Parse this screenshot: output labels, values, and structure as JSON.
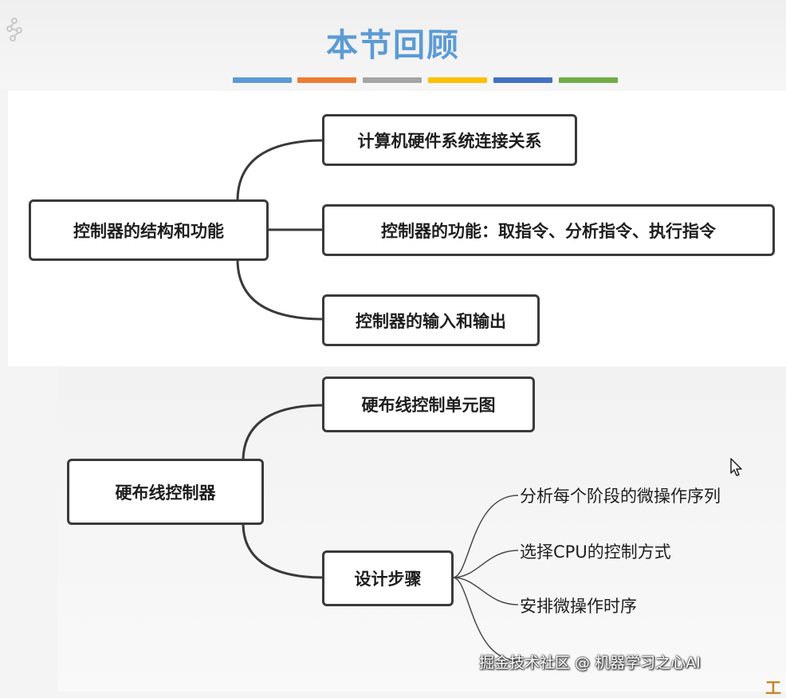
{
  "slide": {
    "title": "本节回顾",
    "color_bars": [
      "#5b9bd5",
      "#ed7d31",
      "#a5a5a5",
      "#ffc000",
      "#4472c4",
      "#70ad47"
    ]
  },
  "mindmap1": {
    "root": "控制器的结构和功能",
    "children": [
      "计算机硬件系统连接关系",
      "控制器的功能：取指令、分析指令、执行指令",
      "控制器的输入和输出"
    ]
  },
  "mindmap2": {
    "root": "硬布线控制器",
    "children": [
      "硬布线控制单元图",
      "设计步骤"
    ],
    "steps": [
      "分析每个阶段的微操作序列",
      "选择CPU的控制方式",
      "安排微操作时序"
    ]
  },
  "watermark": "掘金技术社区 @ 机器学习之心AI",
  "edge_text": "工",
  "icons": [
    "mouse-cursor-icon",
    "corner-graphic-icon"
  ]
}
